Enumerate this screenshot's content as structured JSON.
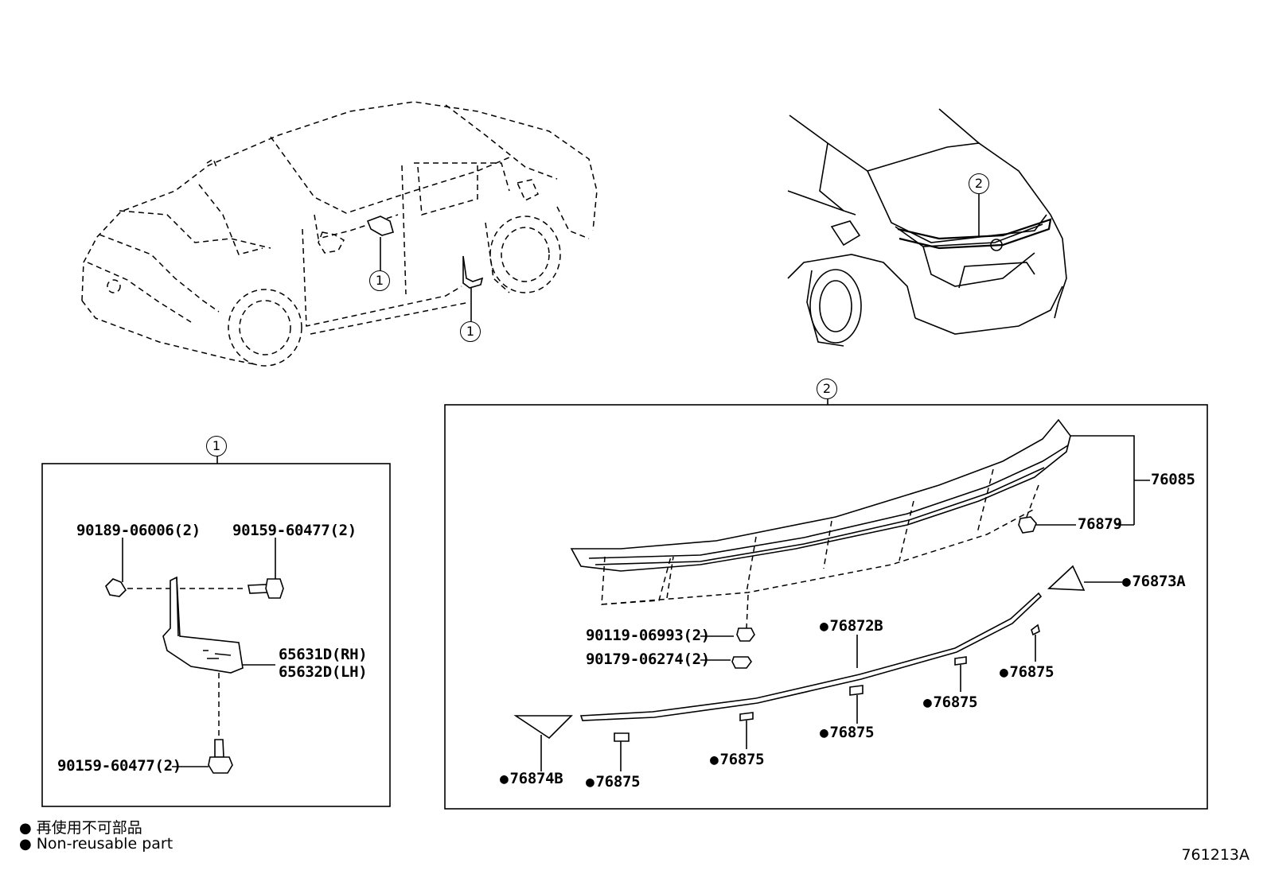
{
  "diagram": {
    "doc_id": "761213A",
    "callout_marks": {
      "one": "1",
      "two": "2"
    },
    "legend": {
      "bullet": "●",
      "japanese": "再使用不可部品",
      "english": "Non-reusable part"
    },
    "box1": {
      "labels": {
        "p90189_06006": "90189-06006(2)",
        "p90159_60477_top": "90159-60477(2)",
        "p65631d": "65631D(RH)",
        "p65632d": "65632D(LH)",
        "p90159_60477_bottom": "90159-60477(2)"
      }
    },
    "box2": {
      "labels": {
        "p76085": "76085",
        "p76879": "76879",
        "p76873a": "76873A",
        "p90119_06993": "90119-06993(2)",
        "p90179_06274": "90179-06274(2)",
        "p76872b": "76872B",
        "p76875_a": "76875",
        "p76875_b": "76875",
        "p76875_c": "76875",
        "p76875_d": "76875",
        "p76875_e": "76875",
        "p76874b": "76874B"
      }
    }
  }
}
